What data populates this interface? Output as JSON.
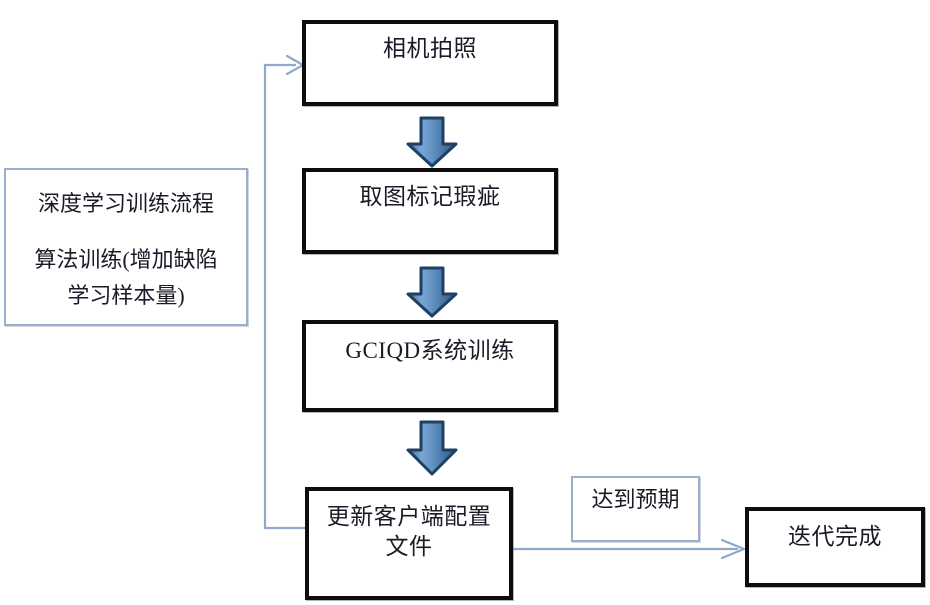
{
  "diagram": {
    "title_note": {
      "line1": "深度学习训练流程",
      "line2": "算法训练(增加缺陷",
      "line3": "学习样本量)"
    },
    "nodes": [
      {
        "id": "camera",
        "label": "相机拍照"
      },
      {
        "id": "mark",
        "label": "取图标记瑕疵"
      },
      {
        "id": "train",
        "label": "GCIQD系统训练"
      },
      {
        "id": "update",
        "label": "更新客户端配置\n文件"
      },
      {
        "id": "done",
        "label": "迭代完成"
      }
    ],
    "edge_label": "达到预期",
    "colors": {
      "box_border": "#0d0d0d",
      "note_border": "#9aaecd",
      "arrow_fill_light": "#6f9bd1",
      "arrow_fill_dark": "#2e5c88",
      "arrow_outline": "#1f3f63",
      "connector_line": "#8ea9cc",
      "text": "#1b1b28",
      "background": "#ffffff"
    }
  }
}
